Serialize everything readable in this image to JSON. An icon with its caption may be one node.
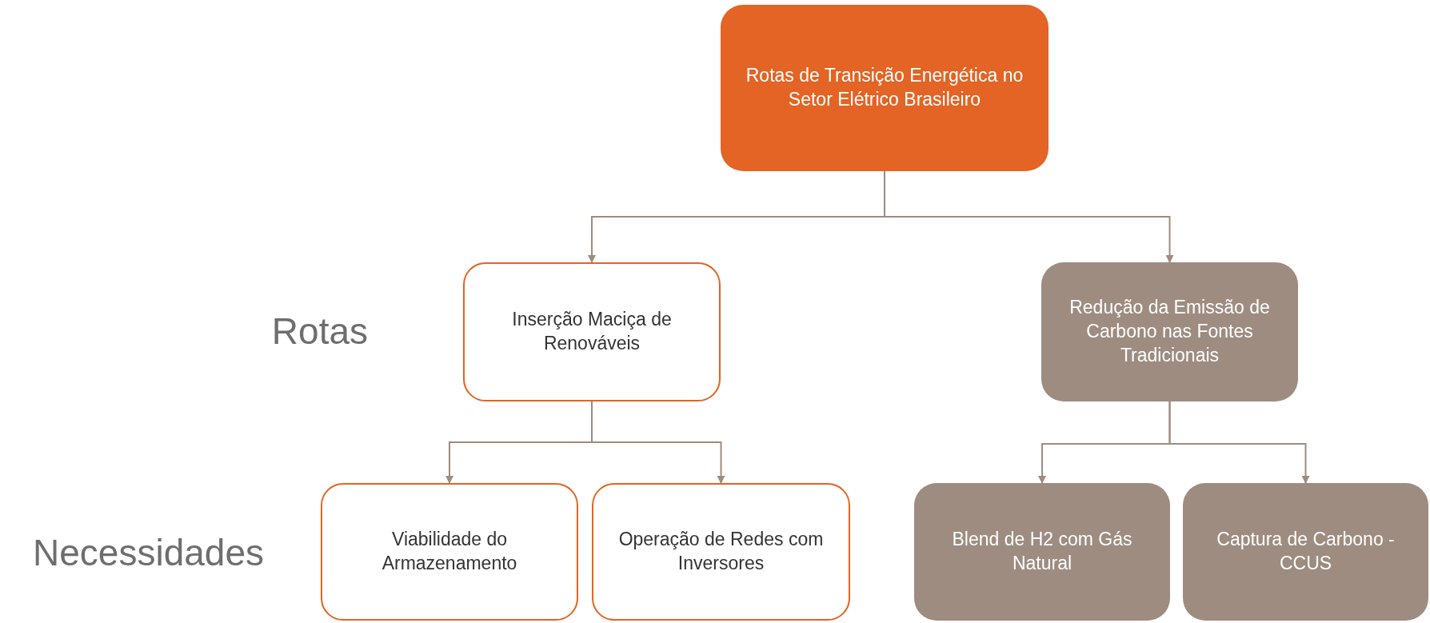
{
  "diagram": {
    "nodes": [
      {
        "text": [
          "Rotas de Transição Energética no Setor Elétrico Brasileiro"
        ]
      },
      {
        "text": [
          "Inserção Maciça de Renováveis"
        ]
      },
      {
        "text": [
          "Redução da Emissão de Carbono nas Fontes Tradicionais"
        ]
      },
      {
        "text": [
          "Viabilidade do Armazenamento"
        ]
      },
      {
        "text": [
          "Operação de Redes com Inversores"
        ]
      },
      {
        "text": [
          "Blend de H2 com Gás Natural"
        ]
      },
      {
        "text": [
          "Captura de Carbono - CCUS"
        ]
      }
    ],
    "edges": [
      {
        "from": 0,
        "to": 1,
        "arrow": "to"
      },
      {
        "from": 0,
        "to": 2,
        "arrow": "to"
      },
      {
        "from": 1,
        "to": 3,
        "arrow": "to"
      },
      {
        "from": 1,
        "to": 4,
        "arrow": "to"
      },
      {
        "from": 2,
        "to": 5,
        "arrow": "to"
      },
      {
        "from": 2,
        "to": 6,
        "arrow": "to"
      }
    ],
    "labels": [
      "Rotas",
      "Necessidades"
    ]
  }
}
